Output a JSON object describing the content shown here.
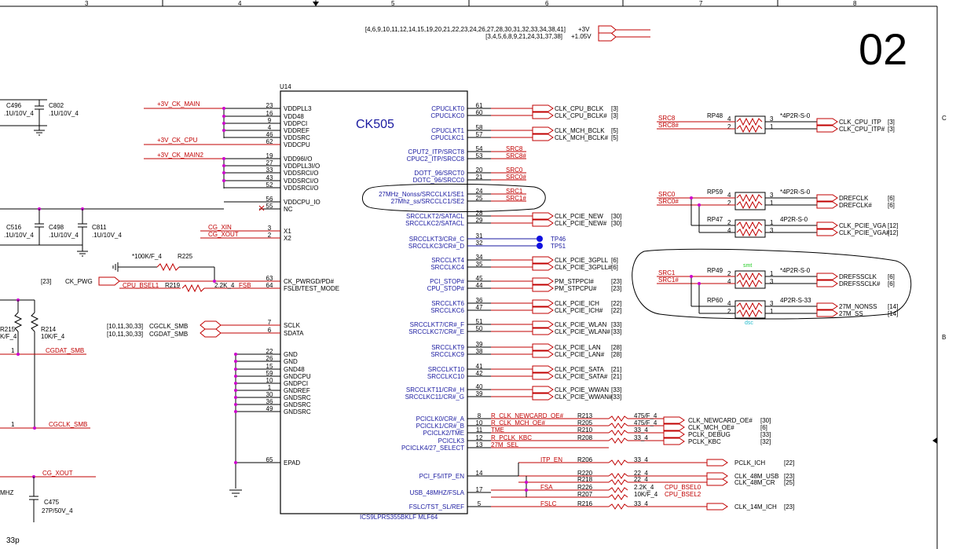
{
  "sheet": {
    "page_number": "02",
    "ruler_numbers": [
      "3",
      "4",
      "5",
      "6",
      "7",
      "8"
    ],
    "side_letters": [
      "C",
      "B"
    ]
  },
  "power": {
    "ref_list_3v": "[4,6,9,10,11,12,14,15,19,20,21,22,23,24,26,27,28,30,31,32,33,34,38,41]",
    "net_3v": "+3V",
    "ref_list_105v": "[3,4,5,6,8,9,21,24,31,37,38]",
    "net_105v": "+1.05V"
  },
  "chip": {
    "refdes": "U14",
    "name": "CK505",
    "part": "ICS9LPRS355BKLF MLF64",
    "left_pins": [
      {
        "num": "23",
        "name": "VDDPLL3"
      },
      {
        "num": "16",
        "name": "VDD48"
      },
      {
        "num": "9",
        "name": "VDDPCI"
      },
      {
        "num": "4",
        "name": "VDDREF"
      },
      {
        "num": "46",
        "name": "VDDSRC"
      },
      {
        "num": "62",
        "name": "VDDCPU"
      },
      {
        "num": "19",
        "name": "VDD96I/O"
      },
      {
        "num": "27",
        "name": "VDDPLL3I/O"
      },
      {
        "num": "33",
        "name": "VDDSRCI/O"
      },
      {
        "num": "43",
        "name": "VDDSRCI/O"
      },
      {
        "num": "52",
        "name": "VDDSRCI/O"
      },
      {
        "num": "56",
        "name": "VDDCPU_IO"
      },
      {
        "num": "55",
        "name": "NC"
      },
      {
        "num": "3",
        "name": "X1"
      },
      {
        "num": "2",
        "name": "X2"
      },
      {
        "num": "63",
        "name": "CK_PWRGD/PD#"
      },
      {
        "num": "64",
        "name": "FSLB/TEST_MODE"
      },
      {
        "num": "7",
        "name": "SCLK"
      },
      {
        "num": "6",
        "name": "SDATA"
      },
      {
        "num": "22",
        "name": "GND"
      },
      {
        "num": "26",
        "name": "GND"
      },
      {
        "num": "15",
        "name": "GND48"
      },
      {
        "num": "59",
        "name": "GNDCPU"
      },
      {
        "num": "10",
        "name": "GNDPCI"
      },
      {
        "num": "1",
        "name": "GNDREF"
      },
      {
        "num": "30",
        "name": "GNDSRC"
      },
      {
        "num": "36",
        "name": "GNDSRC"
      },
      {
        "num": "49",
        "name": "GNDSRC"
      },
      {
        "num": "65",
        "name": "EPAD"
      }
    ],
    "right_pins": [
      {
        "num": "61",
        "name": "CPUCLKT0"
      },
      {
        "num": "60",
        "name": "CPUCLKC0"
      },
      {
        "num": "58",
        "name": "CPUCLKT1"
      },
      {
        "num": "57",
        "name": "CPUCLKC1"
      },
      {
        "num": "54",
        "name": "CPUT2_ITP/SRCT8"
      },
      {
        "num": "53",
        "name": "CPUC2_ITP/SRCC8"
      },
      {
        "num": "20",
        "name": "DOTT_96/SRCT0"
      },
      {
        "num": "21",
        "name": "DOTC_96/SRCC0"
      },
      {
        "num": "24",
        "name": "27MHz_Nonss/SRCCLK1/SE1"
      },
      {
        "num": "25",
        "name": "27Mhz_ss/SRCCLC1/SE2"
      },
      {
        "num": "28",
        "name": "SRCCLKT2/SATACL"
      },
      {
        "num": "29",
        "name": "SRCCLKC2/SATACL"
      },
      {
        "num": "31",
        "name": "SRCCLKT3/CR#_C"
      },
      {
        "num": "32",
        "name": "SRCCLKC3/CR#_D"
      },
      {
        "num": "34",
        "name": "SRCCLKT4"
      },
      {
        "num": "35",
        "name": "SRCCLKC4"
      },
      {
        "num": "45",
        "name": "PCI_STOP#"
      },
      {
        "num": "44",
        "name": "CPU_STOP#"
      },
      {
        "num": "36",
        "name": "SRCCLKT6"
      },
      {
        "num": "47",
        "name": "SRCCLKC6"
      },
      {
        "num": "51",
        "name": "SRCCLKT7/CR#_F"
      },
      {
        "num": "50",
        "name": "SRCCLKC7/CR#_E"
      },
      {
        "num": "39",
        "name": "SRCCLKT9"
      },
      {
        "num": "38",
        "name": "SRCCLKC9"
      },
      {
        "num": "41",
        "name": "SRCCLKT10"
      },
      {
        "num": "42",
        "name": "SRCCLKC10"
      },
      {
        "num": "40",
        "name": "SRCCLKT11/CR#_H"
      },
      {
        "num": "39",
        "name": "SRCCLKC11/CR#_G"
      },
      {
        "num": "8",
        "name": "PCICLK0/CR#_A"
      },
      {
        "num": "10",
        "name": "PCICLK1/CR#_B"
      },
      {
        "num": "11",
        "name": "PCICLK2/TME"
      },
      {
        "num": "12",
        "name": "PCICLK3"
      },
      {
        "num": "13",
        "name": "PCICLK4/27_SELECT"
      },
      {
        "num": "14",
        "name": "PCI_F5/ITP_EN"
      },
      {
        "num": "17",
        "name": "USB_48MHZ/FSLA"
      },
      {
        "num": "5",
        "name": "FSLC/TST_SL/REF"
      }
    ]
  },
  "left_nets": {
    "ck_main": "+3V_CK_MAIN",
    "ck_cpu": "+3V_CK_CPU",
    "ck_main2": "+3V_CK_MAIN2",
    "cg_xin": "CG_XIN",
    "cg_xout": "CG_XOUT",
    "pwg_ref": "[23]",
    "ck_pwg": "CK_PWG",
    "cpu_bsel1": "CPU_BSEL1",
    "r219": "R219",
    "r219_val": "2.2K_4",
    "fsb": "FSB",
    "r225": "R225",
    "r225_val": "*100K/F_4",
    "smb_ref1": "[10,11,30,33]",
    "cgclk_smb": "CGCLK_SMB",
    "smb_ref2": "[10,11,30,33]",
    "cgdat_smb": "CGDAT_SMB",
    "cgdat_smb_left": "CGDAT_SMB",
    "cgclk_smb_left": "CGCLK_SMB",
    "cg_xout_left": "CG_XOUT",
    "one_a": "1",
    "one_b": "1"
  },
  "caps": [
    {
      "ref": "C496",
      "val": ".1U/10V_4"
    },
    {
      "ref": "C802",
      "val": ".1U/10V_4"
    },
    {
      "ref": "C516",
      "val": ".1U/10V_4"
    },
    {
      "ref": "C498",
      "val": ".1U/10V_4"
    },
    {
      "ref": "C811",
      "val": ".1U/10V_4"
    },
    {
      "ref": "C475",
      "val": "27P/50V_4"
    }
  ],
  "left_resistors": [
    {
      "ref": "R215",
      "val": "K/F_4"
    },
    {
      "ref": "R214",
      "val": "10K/F_4"
    }
  ],
  "left_edge": {
    "mhz": "MHZ",
    "cap33": "33p"
  },
  "cpu_outputs": [
    {
      "net": "CLK_CPU_BCLK",
      "ref": "[3]"
    },
    {
      "net": "CLK_CPU_BCLK#",
      "ref": "[3]"
    },
    {
      "net": "CLK_MCH_BCLK",
      "ref": "[5]"
    },
    {
      "net": "CLK_MCH_BCLK#",
      "ref": "[5]"
    }
  ],
  "src_labels": [
    "SRC8",
    "SRC8#",
    "SRC0",
    "SRC0#",
    "SRC1",
    "SRC1#"
  ],
  "pcie_outputs": [
    {
      "net": "CLK_PCIE_NEW",
      "ref": "[30]"
    },
    {
      "net": "CLK_PCIE_NEW#",
      "ref": "[30]"
    },
    {
      "net": "CLK_PCIE_3GPLL",
      "ref": "[6]"
    },
    {
      "net": "CLK_PCIE_3GPLL#",
      "ref": "[6]"
    },
    {
      "net": "PM_STPPCI#",
      "ref": "[23]"
    },
    {
      "net": "PM_STPCPU#",
      "ref": "[23]"
    },
    {
      "net": "CLK_PCIE_ICH",
      "ref": "[22]"
    },
    {
      "net": "CLK_PCIE_ICH#",
      "ref": "[22]"
    },
    {
      "net": "CLK_PCIE_WLAN",
      "ref": "[33]"
    },
    {
      "net": "CLK_PCIE_WLAN#",
      "ref": "[33]"
    },
    {
      "net": "CLK_PCIE_LAN",
      "ref": "[28]"
    },
    {
      "net": "CLK_PCIE_LAN#",
      "ref": "[28]"
    },
    {
      "net": "CLK_PCIE_SATA",
      "ref": "[21]"
    },
    {
      "net": "CLK_PCIE_SATA#",
      "ref": "[21]"
    },
    {
      "net": "CLK_PCIE_WWAN",
      "ref": "[33]"
    },
    {
      "net": "CLK_PCIE_WWAN#",
      "ref": "[33]"
    }
  ],
  "testpoints": [
    "TP46",
    "TP51"
  ],
  "pci_nets": [
    {
      "net": "R_CLK_NEWCARD_OE#",
      "r": "R213",
      "val": "475/F_4",
      "out": "CLK_NEWCARD_OE#",
      "ref": "[30]"
    },
    {
      "net": "R_CLK_MCH_OE#",
      "r": "R205",
      "val": "475/F_4",
      "out": "CLK_MCH_OE#",
      "ref": "[6]"
    },
    {
      "net": "TME",
      "r": "R210",
      "val": "33_4",
      "out": "PCLK_DEBUG",
      "ref": "[33]"
    },
    {
      "net": "R_PCLK_KBC",
      "r": "R208",
      "val": "33_4",
      "out": "PCLK_KBC",
      "ref": "[32]"
    },
    {
      "net": "27M_SEL",
      "r": "",
      "val": "",
      "out": "",
      "ref": ""
    }
  ],
  "bottom_nets": [
    {
      "net": "ITP_EN",
      "r": "R206",
      "val": "33_4",
      "out": "PCLK_ICH",
      "ref": "[22]"
    },
    {
      "net": "",
      "r": "R220",
      "val": "22_4",
      "out": "CLK_48M_USB",
      "ref": "[23]"
    },
    {
      "net": "",
      "r": "R218",
      "val": "22_4",
      "out": "CLK_48M_CR",
      "ref": "[25]"
    },
    {
      "net": "FSA",
      "r": "R226",
      "val": "2.2K_4",
      "out": "CPU_BSEL0",
      "ref": ""
    },
    {
      "net": "",
      "r": "R207",
      "val": "10K/F_4",
      "out": "CPU_BSEL2",
      "ref": ""
    },
    {
      "net": "FSLC",
      "r": "R216",
      "val": "33_4",
      "out": "CLK_14M_ICH",
      "ref": "[23]"
    }
  ],
  "right_blocks": [
    {
      "rp": "RP48",
      "type": "*4P2R-S-0",
      "pins": [
        "4",
        "3",
        "2",
        "1"
      ],
      "nets": [
        "CLK_CPU_ITP",
        "CLK_CPU_ITP#"
      ],
      "refs": [
        "[3]",
        "[3]"
      ]
    },
    {
      "rp": "RP59",
      "type": "*4P2R-S-0",
      "pins": [
        "4",
        "3",
        "2",
        "1"
      ],
      "nets": [
        "DREFCLK",
        "DREFCLK#"
      ],
      "refs": [
        "[6]",
        "[6]"
      ]
    },
    {
      "rp": "RP47",
      "type": "4P2R-S-0",
      "pins": [
        "2",
        "1",
        "4",
        "3"
      ],
      "nets": [
        "CLK_PCIE_VGA",
        "CLK_PCIE_VGA#"
      ],
      "refs": [
        "[12]",
        "[12]"
      ]
    },
    {
      "rp": "RP49",
      "type": "*4P2R-S-0",
      "pins": [
        "2",
        "1",
        "4",
        "3"
      ],
      "nets": [
        "DREFSSCLK",
        "DREFSSCLK#"
      ],
      "refs": [
        "[6]",
        "[6]"
      ]
    },
    {
      "rp": "RP60",
      "type": "4P2R-S-33",
      "pins": [
        "4",
        "3",
        "2",
        "1"
      ],
      "nets": [
        "27M_NONSS",
        "27M_SS"
      ],
      "refs": [
        "[14]",
        "[14]"
      ]
    }
  ],
  "annotations": {
    "smt": "smt",
    "dsc": "dsc"
  }
}
